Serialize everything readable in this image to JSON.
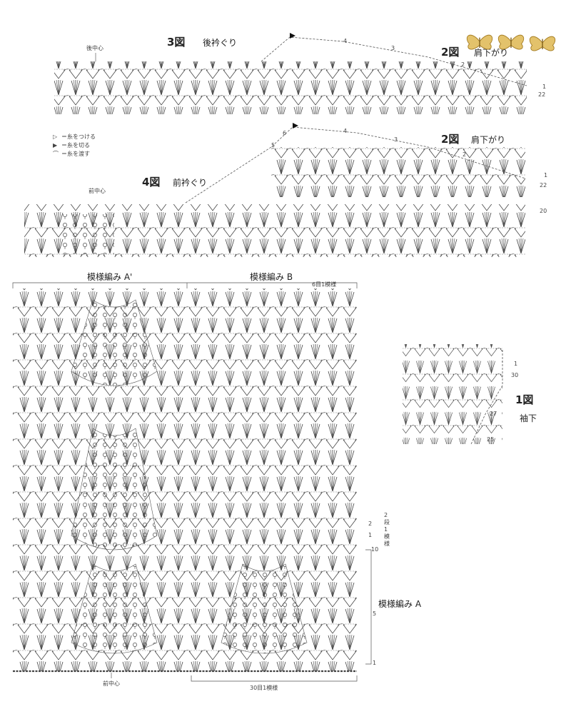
{
  "fig3": {
    "number": "3図",
    "title": "後衿ぐり",
    "center": "後中心",
    "rows": [
      "4",
      "3",
      "2",
      "1",
      "22"
    ]
  },
  "fig2a": {
    "number": "2図",
    "title": "肩下がり"
  },
  "fig2b": {
    "number": "2図",
    "title": "肩下がり",
    "rows": [
      "6",
      "5",
      "4",
      "3",
      "2",
      "1",
      "22",
      "20"
    ]
  },
  "fig4": {
    "number": "4図",
    "title": "前衿ぐり",
    "center": "前中心"
  },
  "legend": [
    {
      "symbol": "▷",
      "text": "＝糸をつける"
    },
    {
      "symbol": "▶",
      "text": "＝糸を切る"
    },
    {
      "symbol": "⌒",
      "text": "＝糸を渡す"
    }
  ],
  "main": {
    "pattern_a_prime": "模様編み A'",
    "pattern_b": "模様編み B",
    "pattern_a": "模様編み A",
    "repeat_top": "6目1模様",
    "repeat_bottom": "30目1模様",
    "center_bottom": "前中心",
    "rows": [
      "2",
      "1",
      "10",
      "5",
      "1"
    ],
    "side_note": [
      "2",
      "段",
      "1",
      "模",
      "様"
    ]
  },
  "fig1": {
    "number": "1図",
    "title": "袖下",
    "rows": [
      "1",
      "30",
      "27",
      "25"
    ]
  },
  "decoration": {
    "name": "butterflies",
    "color": "#d8b45a"
  }
}
